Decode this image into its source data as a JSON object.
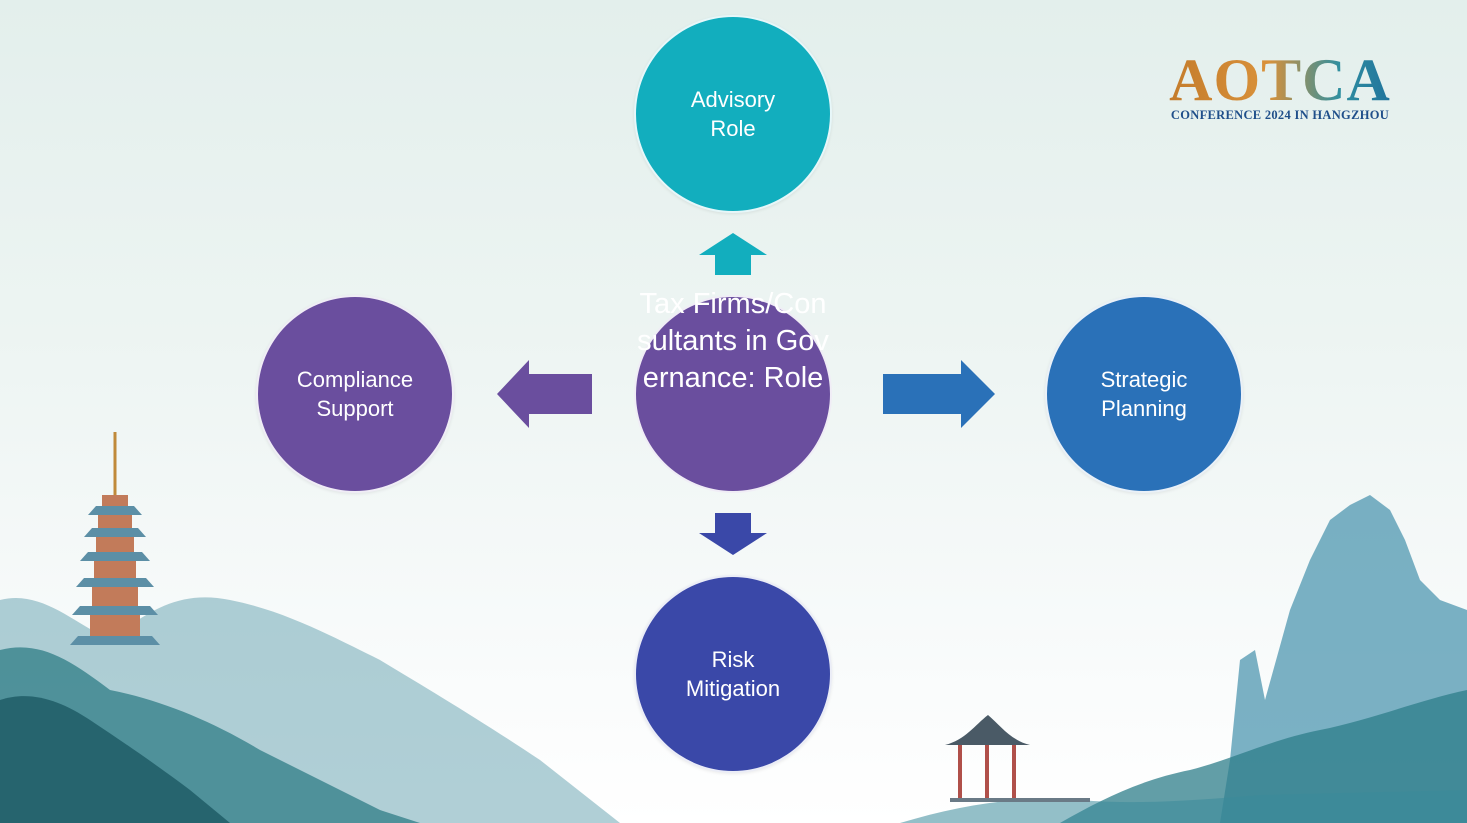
{
  "logo": {
    "title": "AOTCA",
    "subtitle": "CONFERENCE 2024 IN HANGZHOU"
  },
  "diagram": {
    "center": {
      "label": "Tax Firms/Consultants in Governance: Role",
      "color": "#6a4e9e"
    },
    "nodes": {
      "top": {
        "label": "Advisory\nRole",
        "color": "#12aebe"
      },
      "left": {
        "label": "Compliance\nSupport",
        "color": "#6a4e9e"
      },
      "right": {
        "label": "Strategic\nPlanning",
        "color": "#2a71b8"
      },
      "bottom": {
        "label": "Risk\nMitigation",
        "color": "#3a48a8"
      }
    },
    "arrows": {
      "up": "#12aebe",
      "left": "#6a4e9e",
      "right": "#2a71b8",
      "down": "#3a48a8"
    }
  },
  "background": {
    "decorations": [
      "pagoda",
      "pavilion",
      "mountains",
      "misty-landscape"
    ]
  }
}
